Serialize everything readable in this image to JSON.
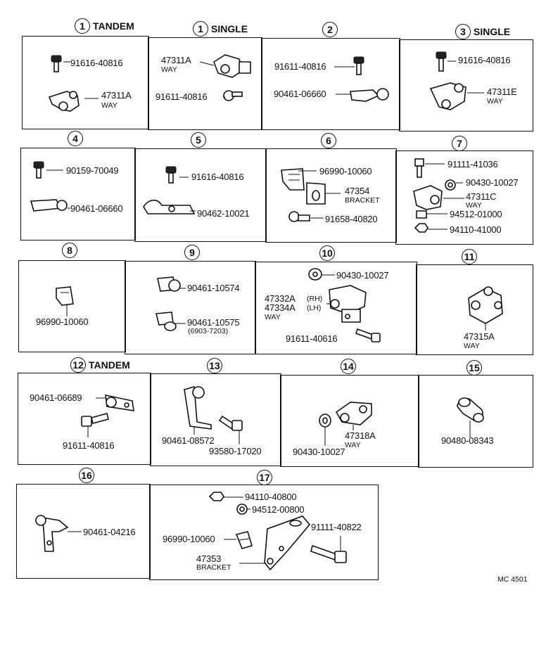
{
  "sections": [
    {
      "num": "1",
      "title": "TANDEM"
    },
    {
      "num": "1",
      "title": "SINGLE"
    },
    {
      "num": "2",
      "title": ""
    },
    {
      "num": "3",
      "title": "SINGLE"
    },
    {
      "num": "4",
      "title": ""
    },
    {
      "num": "5",
      "title": ""
    },
    {
      "num": "6",
      "title": ""
    },
    {
      "num": "7",
      "title": ""
    },
    {
      "num": "8",
      "title": ""
    },
    {
      "num": "9",
      "title": ""
    },
    {
      "num": "10",
      "title": ""
    },
    {
      "num": "11",
      "title": ""
    },
    {
      "num": "12",
      "title": "TANDEM"
    },
    {
      "num": "13",
      "title": ""
    },
    {
      "num": "14",
      "title": ""
    },
    {
      "num": "15",
      "title": ""
    },
    {
      "num": "16",
      "title": ""
    },
    {
      "num": "17",
      "title": ""
    }
  ],
  "labels": {
    "s1t_bolt": "91616-40816",
    "s1t_way": "47311A",
    "s1t_way_sub": "WAY",
    "s1s_way": "47311A",
    "s1s_way_sub": "WAY",
    "s1s_bolt": "91611-40816",
    "s2_bolt": "91611-40816",
    "s2_clamp": "90461-06660",
    "s3_bolt": "91616-40816",
    "s3_way": "47311E",
    "s3_way_sub": "WAY",
    "s4_bolt": "90159-70049",
    "s4_clamp": "90461-06660",
    "s5_bolt": "91616-40816",
    "s5_clamp": "90462-10021",
    "s6_clip": "96990-10060",
    "s6_bracket": "47354",
    "s6_bracket_sub": "BRACKET",
    "s6_screw": "91658-40820",
    "s7_bolt": "91111-41036",
    "s7_washer": "90430-10027",
    "s7_way": "47311C",
    "s7_way_sub": "WAY",
    "s7_lockwasher": "94512-01000",
    "s7_nut": "94110-41000",
    "s8_clip": "96990-10060",
    "s9_clamp1": "90461-10574",
    "s9_clamp2": "90461-10575",
    "s9_clamp2_note": "(6903-7203)",
    "s10_washer": "90430-10027",
    "s10_way_rh": "47332A",
    "s10_rh": "(RH)",
    "s10_way_lh": "47334A",
    "s10_lh": "(LH)",
    "s10_way_sub": "WAY",
    "s10_bolt": "91611-40616",
    "s11_way": "47315A",
    "s11_way_sub": "WAY",
    "s12_clamp": "90461-06689",
    "s12_bolt": "91611-40816",
    "s13_clamp": "90461-08572",
    "s13_screw": "93580-17020",
    "s14_washer": "90430-10027",
    "s14_way": "47318A",
    "s14_way_sub": "WAY",
    "s15_part": "90480-08343",
    "s16_clamp": "90461-04216",
    "s17_nut": "94110-40800",
    "s17_lockwasher": "94512-00800",
    "s17_bolt": "91111-40822",
    "s17_clip": "96990-10060",
    "s17_bracket": "47353",
    "s17_bracket_sub": "BRACKET"
  },
  "figure_code": "MC 4501"
}
